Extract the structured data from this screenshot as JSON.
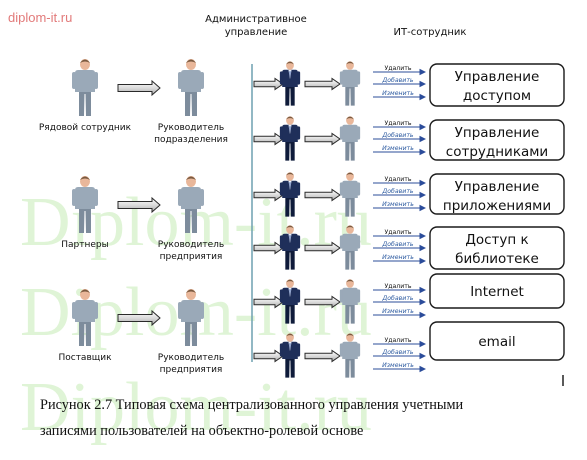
{
  "watermark": {
    "site": "diplom-it.ru",
    "big": [
      "Diplom-it.ru",
      "Diplom-it.ru",
      "Diplom-it.ru"
    ],
    "color": "#8fd86f"
  },
  "headers": {
    "admin": [
      "Административное",
      "управление"
    ],
    "it": "ИТ-сотрудник"
  },
  "left_column": [
    {
      "source": [
        "Рядовой сотрудник"
      ],
      "target": [
        "Руководитель",
        "подразделения"
      ]
    },
    {
      "source": [
        "Партнеры"
      ],
      "target": [
        "Руководитель",
        "предприятия"
      ]
    },
    {
      "source": [
        "Поставщик"
      ],
      "target": [
        "Руководитель",
        "предприятия"
      ]
    }
  ],
  "actions": {
    "delete": "Удалить",
    "add": "Добавить",
    "modify": "Изменить"
  },
  "systems": [
    [
      "Управление",
      "доступом"
    ],
    [
      "Управление",
      "сотрудниками"
    ],
    [
      "Управление",
      "приложениями"
    ],
    [
      "Доступ к",
      "библиотеке"
    ],
    [
      "Internet"
    ],
    [
      "email"
    ]
  ],
  "caption": {
    "line1": "Рисунок 2.7 Типовая схема централизованного управления учетными",
    "line2": "записями пользователей на объектно-ролевой основе"
  },
  "colors": {
    "person_light": "#9aa9b8",
    "person_dark": "#1f2f5a",
    "skin": "#e9b79a",
    "line_blue": "#2b4c9a",
    "action_text": "#2c5aa0",
    "divider": "#6fa0b0"
  }
}
